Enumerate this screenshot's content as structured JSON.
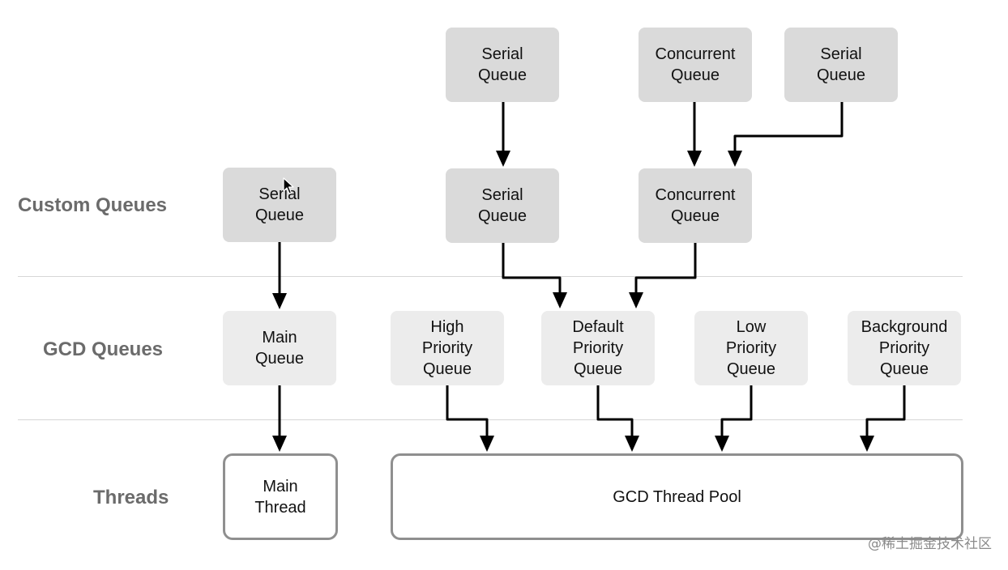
{
  "rows": {
    "custom": "Custom Queues",
    "gcd": "GCD Queues",
    "threads": "Threads"
  },
  "top_queues": [
    {
      "l1": "Serial",
      "l2": "Queue"
    },
    {
      "l1": "Concurrent",
      "l2": "Queue"
    },
    {
      "l1": "Serial",
      "l2": "Queue"
    }
  ],
  "custom_queues": [
    {
      "l1": "Serial",
      "l2": "Queue"
    },
    {
      "l1": "Serial",
      "l2": "Queue"
    },
    {
      "l1": "Concurrent",
      "l2": "Queue"
    }
  ],
  "gcd_queues": [
    {
      "l1": "Main",
      "l2": "Queue"
    },
    {
      "l1": "High",
      "l2": "Priority",
      "l3": "Queue"
    },
    {
      "l1": "Default",
      "l2": "Priority",
      "l3": "Queue"
    },
    {
      "l1": "Low",
      "l2": "Priority",
      "l3": "Queue"
    },
    {
      "l1": "Background",
      "l2": "Priority",
      "l3": "Queue"
    }
  ],
  "threads": {
    "main": {
      "l1": "Main",
      "l2": "Thread"
    },
    "pool": "GCD Thread Pool"
  },
  "watermark": "@稀土掘金技术社区",
  "colors": {
    "custom_box": "#dadada",
    "gcd_box": "#ececec",
    "thread_border": "#8f8f8f",
    "label": "#6b6b6b",
    "arrow": "#000000"
  }
}
